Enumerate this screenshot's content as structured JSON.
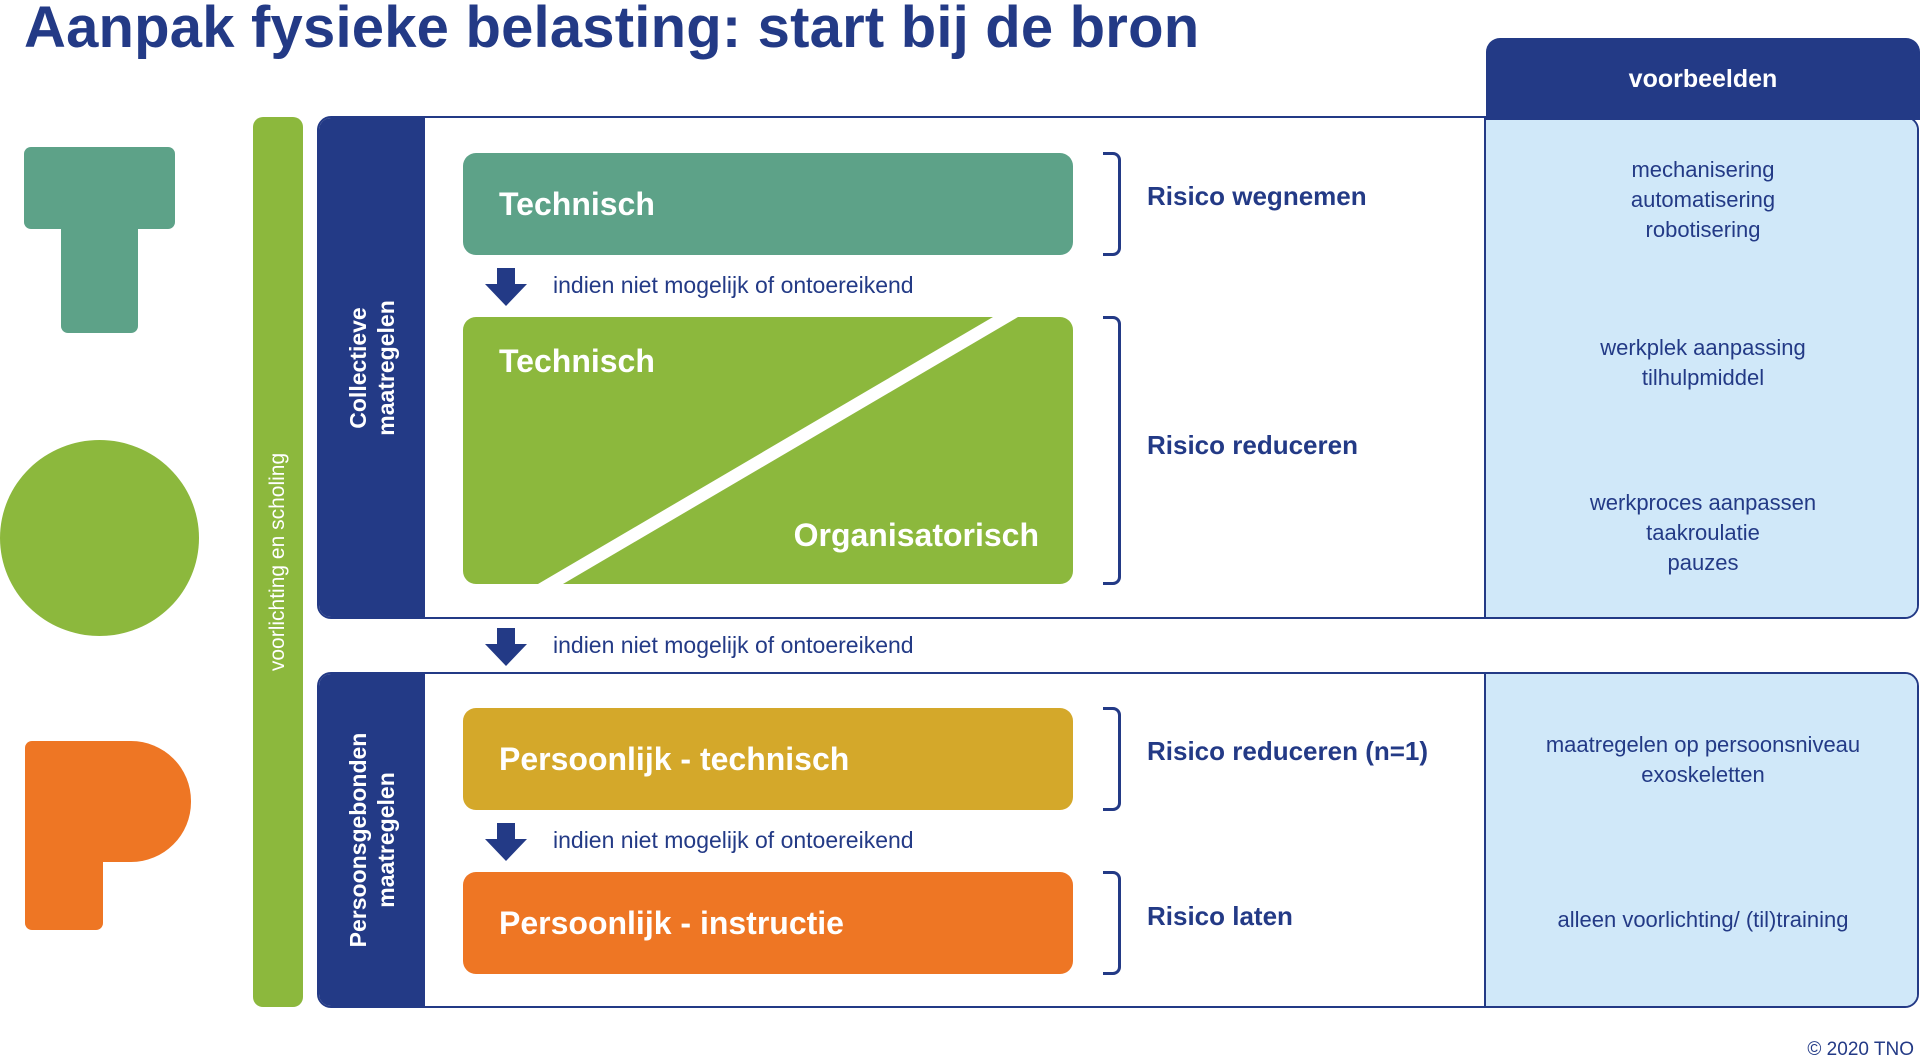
{
  "title": "Aanpak fysieke belasting: start bij de bron",
  "side_bar_label": "voorlichting en scholing",
  "panels": {
    "collective": {
      "label_line1": "Collectieve",
      "label_line2": "maatregelen"
    },
    "personal": {
      "label_line1": "Persoonsgebonden",
      "label_line2": "maatregelen"
    }
  },
  "examples_header": "voorbeelden",
  "boxes": {
    "technisch1": "Technisch",
    "technisch2": "Technisch",
    "organisatorisch": "Organisatorisch",
    "persoonlijk_technisch": "Persoonlijk - technisch",
    "persoonlijk_instructie": "Persoonlijk - instructie"
  },
  "notes": {
    "n1": "indien niet mogelijk of ontoereikend",
    "n2": "indien niet mogelijk of ontoereikend",
    "n3": "indien niet mogelijk of ontoereikend"
  },
  "risks": {
    "r1": "Risico wegnemen",
    "r2": "Risico reduceren",
    "r3": "Risico reduceren (n=1)",
    "r4": "Risico laten"
  },
  "examples": {
    "e1": [
      "mechanisering",
      "automatisering",
      "robotisering"
    ],
    "e2": [
      "werkplek aanpassing",
      "tilhulpmiddel"
    ],
    "e3": [
      "werkproces aanpassen",
      "taakroulatie",
      "pauzes"
    ],
    "e4": [
      "maatregelen op persoonsniveau",
      "exoskeletten"
    ],
    "e5": [
      "alleen voorlichting/ (til)training"
    ]
  },
  "copyright": "© 2020 TNO",
  "colors": {
    "navy": "#233a86",
    "teal": "#5da288",
    "green": "#8cb83d",
    "yellow": "#d4a82a",
    "orange": "#ee7624",
    "light_blue": "#d0e8f9"
  }
}
